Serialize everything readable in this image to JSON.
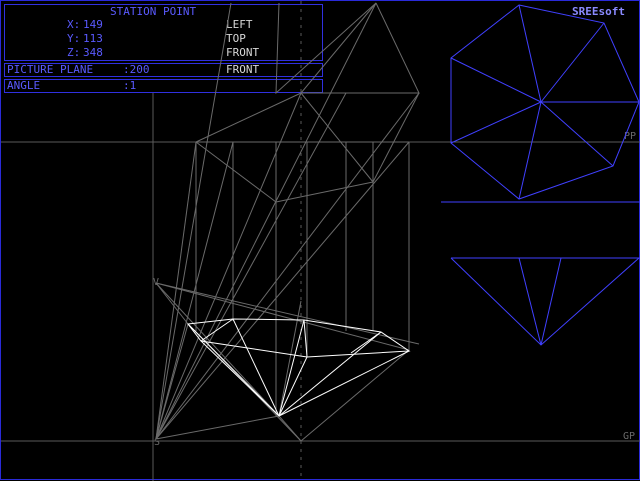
{
  "brand": "SREEsoft",
  "station_point": {
    "title": "STATION POINT",
    "x_label": "X:",
    "x_value": "149",
    "y_label": "Y:",
    "y_value": "113",
    "z_label": "Z:",
    "z_value": "348",
    "view_labels": [
      "LEFT",
      "TOP",
      "FRONT"
    ]
  },
  "picture_plane": {
    "label": "PICTURE PLANE",
    "value": ":200",
    "view": "FRONT"
  },
  "angle": {
    "label": "ANGLE",
    "value": ":1"
  },
  "reference_lines": {
    "picture_plane_tag": "PP",
    "ground_plane_tag": "GP",
    "vertex_v": "V",
    "vertex_s": "S"
  },
  "colors": {
    "background": "#000000",
    "panel_border": "#3030e0",
    "text_blue": "#5a5aff",
    "wire_gray": "#7a7a7a",
    "wire_white": "#ffffff",
    "ortho_blue": "#4040ff"
  }
}
